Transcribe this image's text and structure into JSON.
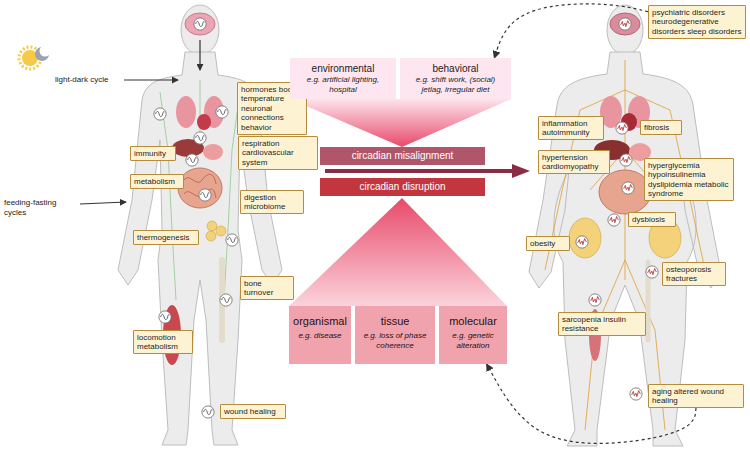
{
  "diagram": {
    "nodes": [
      {
        "text": [
          "hormones body temperature neuronal connections behavior"
        ]
      },
      {
        "text": [
          "respiration cardiovascular system"
        ]
      },
      {
        "text": [
          "immunity"
        ]
      },
      {
        "text": [
          "metabolism"
        ]
      },
      {
        "text": [
          "digestion microbiome"
        ]
      },
      {
        "text": [
          "thermogenesis"
        ]
      },
      {
        "text": [
          "bone turnover"
        ]
      },
      {
        "text": [
          "locomotion metabolism"
        ]
      },
      {
        "text": [
          "wound healing"
        ]
      },
      {
        "text": [
          "environmental",
          "e.g. artificial lighting, hospital"
        ]
      },
      {
        "text": [
          "behavioral",
          "e.g. shift work, (social) jetlag, irregular diet"
        ]
      },
      {
        "text": [
          "circadian misalignment"
        ]
      },
      {
        "text": [
          "circadian disruption"
        ]
      },
      {
        "text": [
          "organismal",
          "e.g. disease"
        ]
      },
      {
        "text": [
          "tissue",
          "e.g. loss of phase coherence"
        ]
      },
      {
        "text": [
          "molecular",
          "e.g. genetic alteration"
        ]
      },
      {
        "text": [
          "psychiatric disorders neurodegenerative disorders sleep disorders"
        ]
      },
      {
        "text": [
          "inflammation autoimmunity"
        ]
      },
      {
        "text": [
          "fibrosis"
        ]
      },
      {
        "text": [
          "hypertension cardiomyopathy"
        ]
      },
      {
        "text": [
          "hyperglycemia hypoinsulinemia dyslipidemia metabolic syndrome"
        ]
      },
      {
        "text": [
          "dysbiosis"
        ]
      },
      {
        "text": [
          "obesity"
        ]
      },
      {
        "text": [
          "osteoporosis fractures"
        ]
      },
      {
        "text": [
          "sarcopenia insulin resistance"
        ]
      },
      {
        "text": [
          "aging altered wound healing"
        ]
      }
    ],
    "edges": [
      {
        "from": 16,
        "to": 10,
        "arrow": "to"
      },
      {
        "from": 25,
        "to": 15,
        "arrow": "to"
      }
    ],
    "labels": [
      "light-dark cycle",
      "feeding-fasting cycles"
    ]
  }
}
